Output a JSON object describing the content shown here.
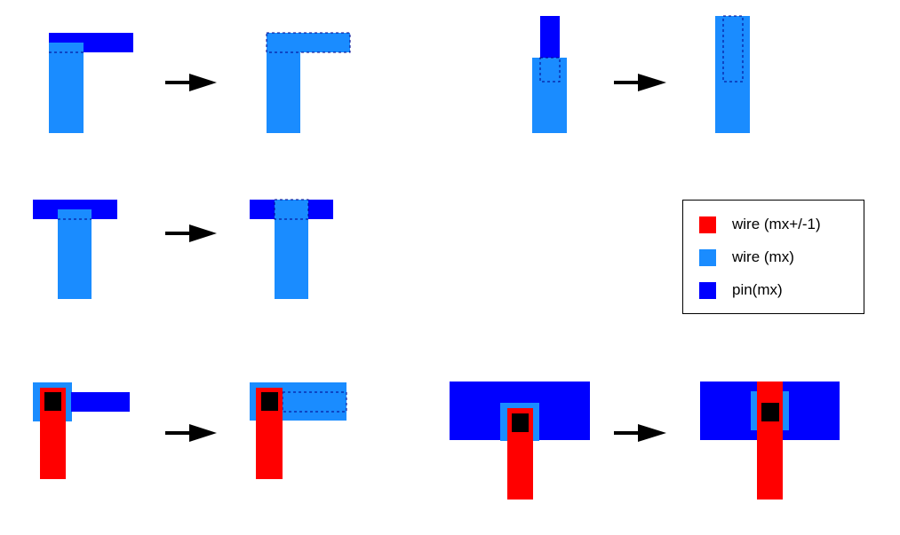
{
  "colors": {
    "pin": "#0000ff",
    "wire_mx": "#1a8cff",
    "wire_adjacent": "#ff0000",
    "via": "#000000",
    "arrow": "#000000",
    "background": "#ffffff"
  },
  "legend": {
    "items": [
      {
        "label": "wire (mx+/-1)",
        "color": "#ff0000"
      },
      {
        "label": "wire (mx)",
        "color": "#1a8cff"
      },
      {
        "label": "pin(mx)",
        "color": "#0000ff"
      }
    ]
  }
}
